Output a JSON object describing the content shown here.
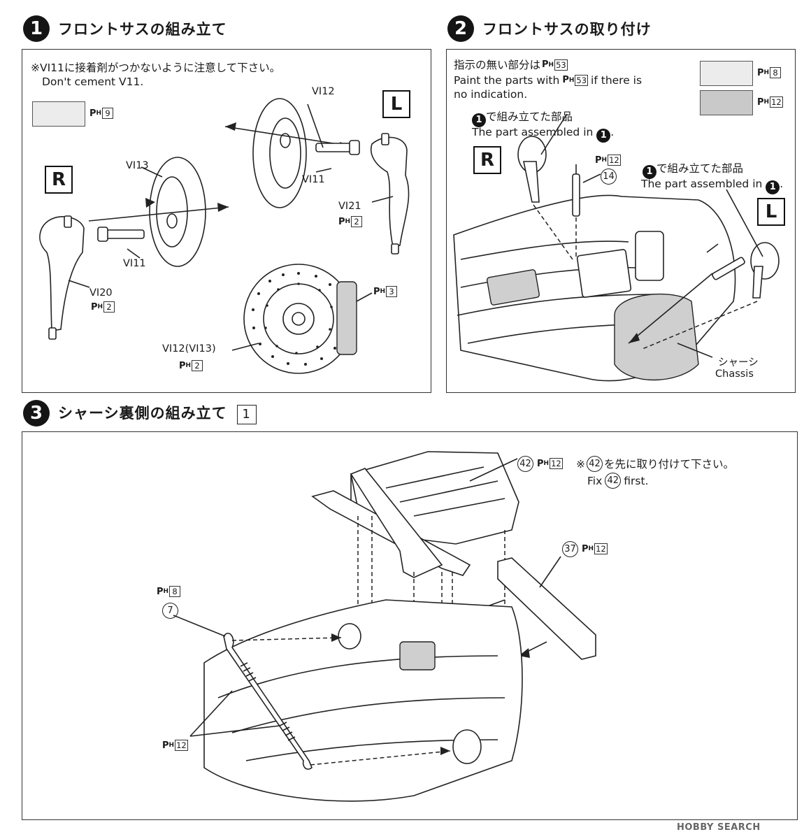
{
  "step1": {
    "number": "1",
    "title": "フロントサスの組み立て",
    "note_jp": "※VI11に接着剤がつかないように注意して下さい。",
    "note_en": "Don't cement V11.",
    "swatch_paint": "9",
    "side_left": "L",
    "side_right": "R",
    "labels": {
      "vi12": "VI12",
      "vi11_top": "VI11",
      "vi13": "VI13",
      "vi11_bottom": "VI11",
      "vi21": "VI21",
      "vi21_paint": "2",
      "vi20": "VI20",
      "vi20_paint": "2",
      "caliper_paint": "3",
      "disc": "VI12(VI13)",
      "disc_paint": "2"
    }
  },
  "step2": {
    "number": "2",
    "title": "フロントサスの取り付け",
    "note_jp_pre": "指示の無い部分は",
    "note_jp_paint": "53",
    "note_en_pre": "Paint the parts with",
    "note_en_paint": "53",
    "note_en_post": "if there is",
    "note_en_line2": "no indication.",
    "swatch1_paint": "8",
    "swatch2_paint": "12",
    "side_right": "R",
    "side_left": "L",
    "assembled_jp": "で組み立てた部品",
    "assembled_en": "The part assembled in",
    "step_ref": "1",
    "part14_paint": "12",
    "part14": "14",
    "part14b_paint": "12",
    "part14b": "14",
    "chassis_jp": "シャーシ",
    "chassis_en": "Chassis"
  },
  "step3": {
    "number": "3",
    "title": "シャーシ裏側の組み立て",
    "substep": "1",
    "part42": "42",
    "part42_paint": "12",
    "note_jp_pre": "※",
    "note_jp_part": "42",
    "note_jp_post": "を先に取り付けて下さい。",
    "note_en_pre": "Fix",
    "note_en_part": "42",
    "note_en_post": "first.",
    "part37": "37",
    "part37_paint": "12",
    "part7_paint": "8",
    "part7": "7",
    "spring_paint": "12"
  },
  "paint_prefix": "P",
  "paint_sub": "H",
  "watermark": "HOBBY SEARCH",
  "colors": {
    "swatch_light": "#ececec",
    "swatch_mid": "#c9c9c9"
  }
}
